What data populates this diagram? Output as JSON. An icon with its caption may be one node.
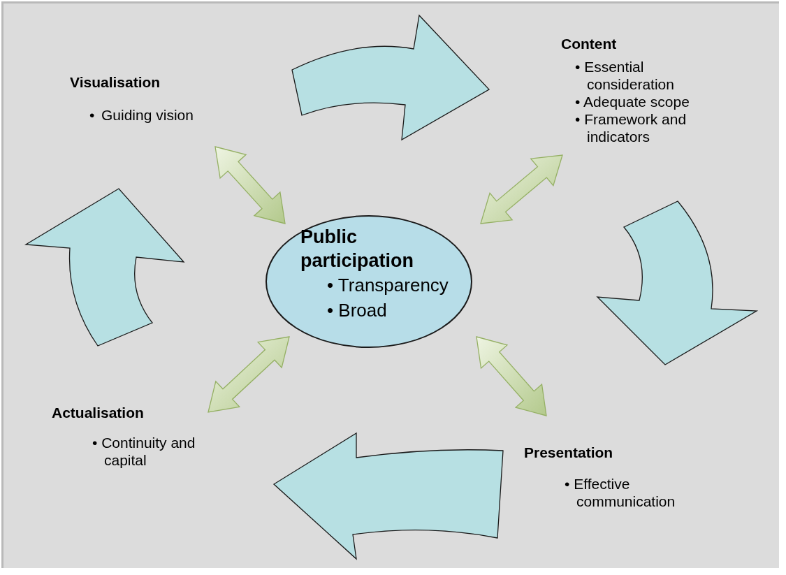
{
  "diagram": {
    "nodes": [
      {
        "text": [
          "Public participation",
          "• Transparency",
          "• Broad"
        ]
      },
      {
        "text": [
          "Visualisation",
          "•\tGuiding vision"
        ]
      },
      {
        "text": [
          "Content",
          "• Essential consideration",
          "• Adequate scope",
          "• Framework and indicators"
        ]
      },
      {
        "text": [
          "Presentation",
          "• Effective communication"
        ]
      },
      {
        "text": [
          "Actualisation",
          "• Continuity and capital"
        ]
      }
    ],
    "edges": [
      {
        "from": 1,
        "to": 2,
        "arrow": "to"
      },
      {
        "from": 2,
        "to": 3,
        "arrow": "to"
      },
      {
        "from": 3,
        "to": 4,
        "arrow": "to"
      },
      {
        "from": 4,
        "to": 1,
        "arrow": "to"
      },
      {
        "from": 0,
        "to": 1,
        "arrow": "both"
      },
      {
        "from": 0,
        "to": 2,
        "arrow": "both"
      },
      {
        "from": 0,
        "to": 3,
        "arrow": "both"
      },
      {
        "from": 0,
        "to": 4,
        "arrow": "both"
      }
    ]
  }
}
